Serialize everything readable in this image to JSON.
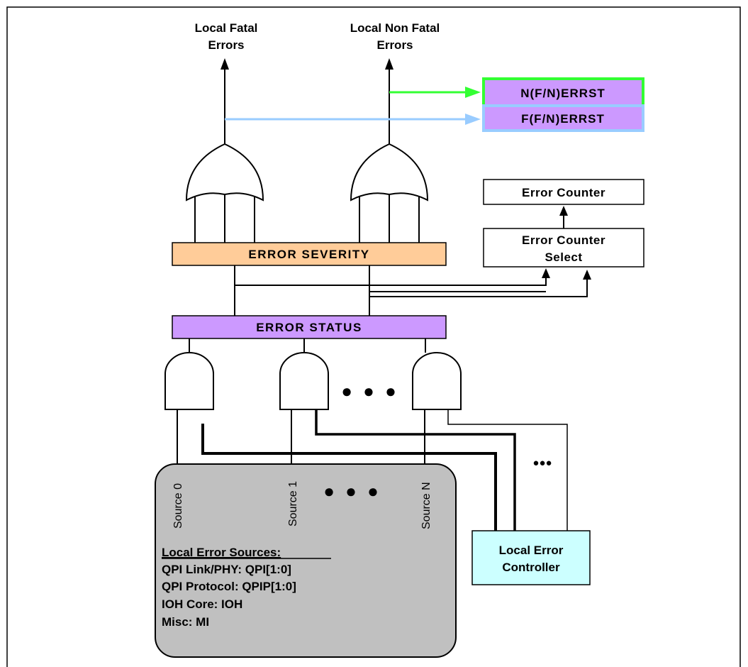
{
  "outputs": {
    "fatal_line1": "Local Fatal",
    "fatal_line2": "Errors",
    "nonfatal_line1": "Local Non Fatal",
    "nonfatal_line2": "Errors"
  },
  "registers": {
    "nferrst": "N(F/N)ERRST",
    "fferrst": "F(F/N)ERRST"
  },
  "counter": {
    "error_counter": "Error Counter",
    "select_line1": "Error Counter",
    "select_line2": "Select"
  },
  "severity_label": "ERROR SEVERITY",
  "status_label": "ERROR STATUS",
  "ellipsis": "● ● ●",
  "small_ellipsis": "●●●",
  "sources": {
    "source0": "Source 0",
    "source1": "Source 1",
    "sourceN": "Source N",
    "heading": "Local Error Sources:",
    "items": [
      "QPI Link/PHY: QPI[1:0]",
      "QPI Protocol: QPIP[1:0]",
      "IOH Core: IOH",
      "Misc: MI"
    ]
  },
  "controller": {
    "line1": "Local Error",
    "line2": "Controller"
  },
  "colors": {
    "purple": "#cc99ff",
    "orange": "#ffcc99",
    "cyan": "#ccffff",
    "gray": "#c0c0c0",
    "green": "#33ff33",
    "lightblue": "#99ccff"
  }
}
